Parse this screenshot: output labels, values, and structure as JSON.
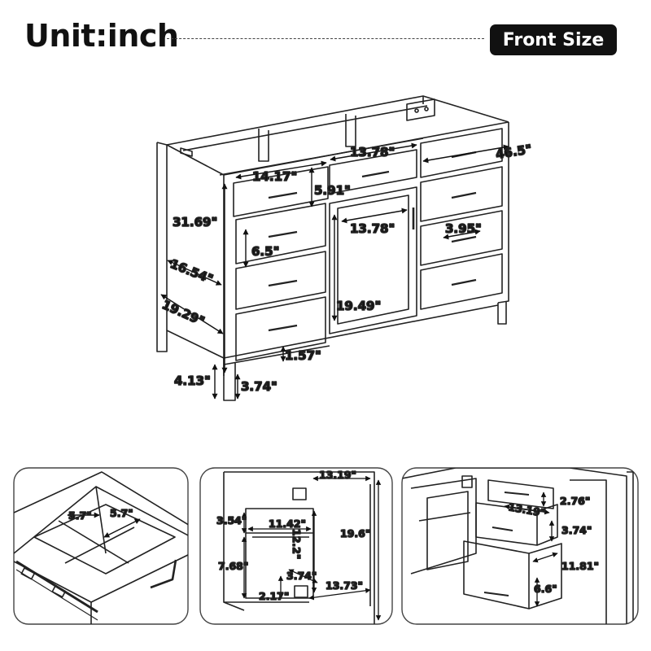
{
  "header": {
    "unit_label": "Unit:inch",
    "view_badge": "Front Size"
  },
  "main_dimensions": {
    "total_width": "46.5\"",
    "top_center_width": "13.78\"",
    "left_drawer_width": "14.17\"",
    "center_drawer_height": "5.91\"",
    "total_height": "31.69\"",
    "door_width": "13.78\"",
    "right_drawer_handle": "3.95\"",
    "left_drawer_height": "6.5\"",
    "inner_depth": "16.54\"",
    "outer_depth": "19.29\"",
    "door_height": "19.49\"",
    "bottom_gap": "1.57\"",
    "leg_height": "4.13\"",
    "leg_width": "3.74\""
  },
  "detail_drawer": {
    "left_compartment": "5.7\"",
    "right_compartment": "5.7\""
  },
  "detail_door": {
    "top_width": "13.19\"",
    "top_offset": "3.54\"",
    "shelf_width": "11.42\"",
    "shelf_height": "12.2\"",
    "cabinet_height": "19.6\"",
    "lower_height": "7.68\"",
    "hinge_gap": "3.74\"",
    "bottom_offset": "2.17\"",
    "bottom_width": "13.73\""
  },
  "detail_side": {
    "slot_height": "2.76\"",
    "drawer_width": "13.19\"",
    "drawer_height": "3.74\"",
    "drawer_depth": "11.81\"",
    "lower_drawer_height": "6.6\""
  }
}
